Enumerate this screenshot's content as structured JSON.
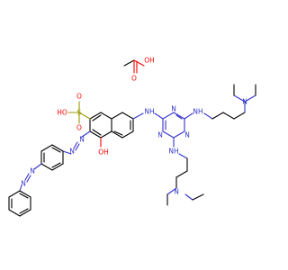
{
  "colors": {
    "background": "#ffffff",
    "carbon": "#000000",
    "nitrogen": "#3333cc",
    "oxygen": "#ff0000",
    "sulfur": "#999900"
  },
  "structure": {
    "components": [
      "acetic-acid",
      "main-dye"
    ],
    "labels": {
      "acetic_o_double": "O",
      "acetic_oh": "OH",
      "sulfonyl_o1": "O",
      "sulfonyl_o2": "O",
      "sulfonyl_s": "S",
      "sulfonyl_ho": "HO",
      "naphthol_oh": "OH",
      "azo1_n1": "N",
      "azo1_n2": "N",
      "azo2_n1": "N",
      "azo2_n2": "N",
      "nh_link": "NH",
      "triazine_n1": "N",
      "triazine_n2": "N",
      "triazine_n3": "N",
      "nh_upper": "NH",
      "nh_lower": "NH",
      "amine_upper": "N",
      "amine_lower": "N"
    }
  }
}
